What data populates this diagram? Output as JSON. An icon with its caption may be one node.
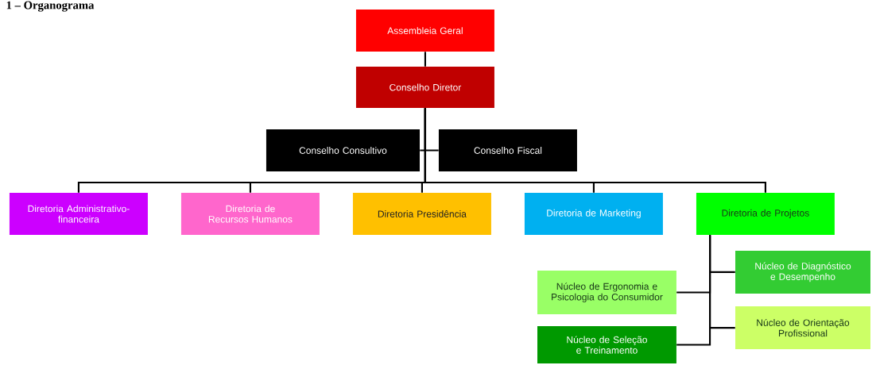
{
  "diagram": {
    "title": "1 – Organograma",
    "nodes": [
      {
        "text": [
          "Assembleia Geral"
        ]
      },
      {
        "text": [
          "Conselho Diretor"
        ]
      },
      {
        "text": [
          "Conselho Consultivo"
        ]
      },
      {
        "text": [
          "Conselho Fiscal"
        ]
      },
      {
        "text": [
          "Diretoria Administrativo-financeira"
        ]
      },
      {
        "text": [
          "Diretoria de Recursos Humanos"
        ]
      },
      {
        "text": [
          "Diretoria Presidência"
        ]
      },
      {
        "text": [
          "Diretoria de Marketing"
        ]
      },
      {
        "text": [
          "Diretoria de Projetos"
        ]
      },
      {
        "text": [
          "Núcleo de Ergonomia e Psicologia do Consumidor"
        ]
      },
      {
        "text": [
          "Núcleo de Diagnóstico e Desempenho"
        ]
      },
      {
        "text": [
          "Núcleo de Seleção e Treinamento"
        ]
      },
      {
        "text": [
          "Núcleo de Orientação Profissional"
        ]
      }
    ],
    "edges": [
      {
        "from": 0,
        "to": 1,
        "arrow": "none"
      },
      {
        "from": 1,
        "to": 2,
        "arrow": "none"
      },
      {
        "from": 1,
        "to": 3,
        "arrow": "none"
      },
      {
        "from": 1,
        "to": 4,
        "arrow": "none"
      },
      {
        "from": 1,
        "to": 5,
        "arrow": "none"
      },
      {
        "from": 1,
        "to": 6,
        "arrow": "none"
      },
      {
        "from": 1,
        "to": 7,
        "arrow": "none"
      },
      {
        "from": 1,
        "to": 8,
        "arrow": "none"
      },
      {
        "from": 8,
        "to": 9,
        "arrow": "none"
      },
      {
        "from": 8,
        "to": 10,
        "arrow": "none"
      },
      {
        "from": 8,
        "to": 11,
        "arrow": "none"
      },
      {
        "from": 8,
        "to": 12,
        "arrow": "none"
      }
    ]
  }
}
